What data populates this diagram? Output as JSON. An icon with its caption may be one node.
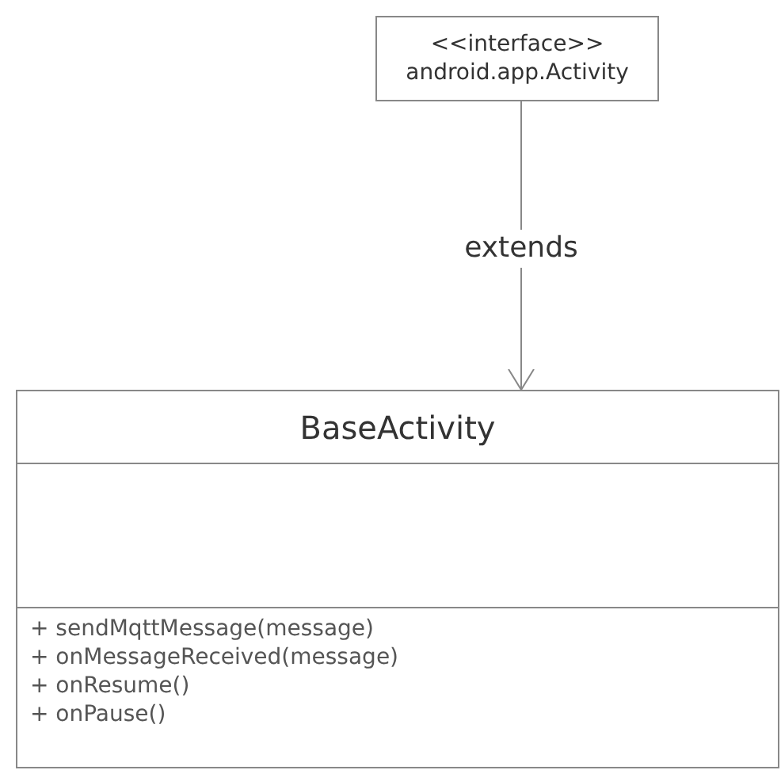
{
  "diagram": {
    "nodes": [
      {
        "text": [
          "<<interface>>",
          "android.app.Activity"
        ]
      },
      {
        "text": [
          "BaseActivity",
          "+ sendMqttMessage(message)",
          "+ onMessageReceived(message)",
          "+ onResume()",
          "+ onPause()"
        ]
      }
    ],
    "edges": [
      {
        "from": 0,
        "to": 1,
        "arrow": "to",
        "label": "extends"
      }
    ]
  }
}
